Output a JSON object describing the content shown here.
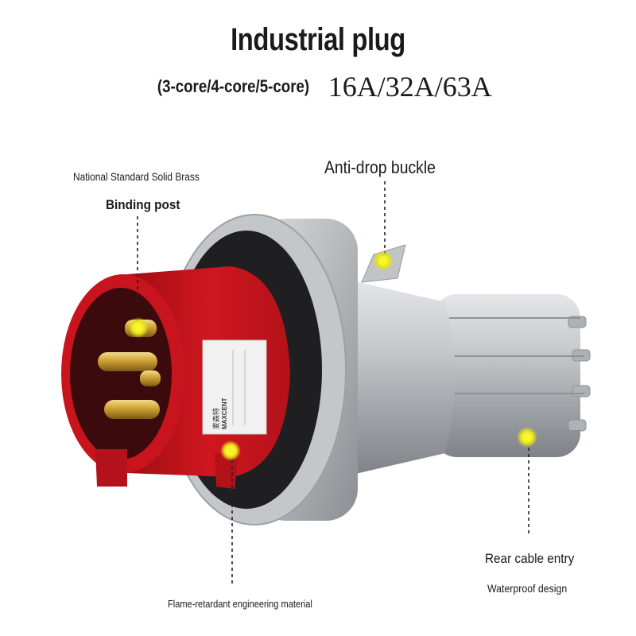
{
  "title": "Industrial plug",
  "subtitle": {
    "cores": "(3-core/4-core/5-core)",
    "amperage": "16A/32A/63A"
  },
  "callouts": {
    "brass": "National Standard Solid Brass",
    "binding_post": "Binding post",
    "buckle": "Anti-drop buckle",
    "rear_cable": "Rear cable entry",
    "waterproof": "Waterproof design",
    "flame": "Flame-retardant engineering material"
  },
  "product_label": {
    "brand_cn": "麦森特",
    "brand": "MAXCENT"
  },
  "colors": {
    "housing_red": "#c8141c",
    "body_gray": "#bfc3c6",
    "pin_brass": "#c9a23a",
    "highlight_yellow": "#e6e21a"
  }
}
